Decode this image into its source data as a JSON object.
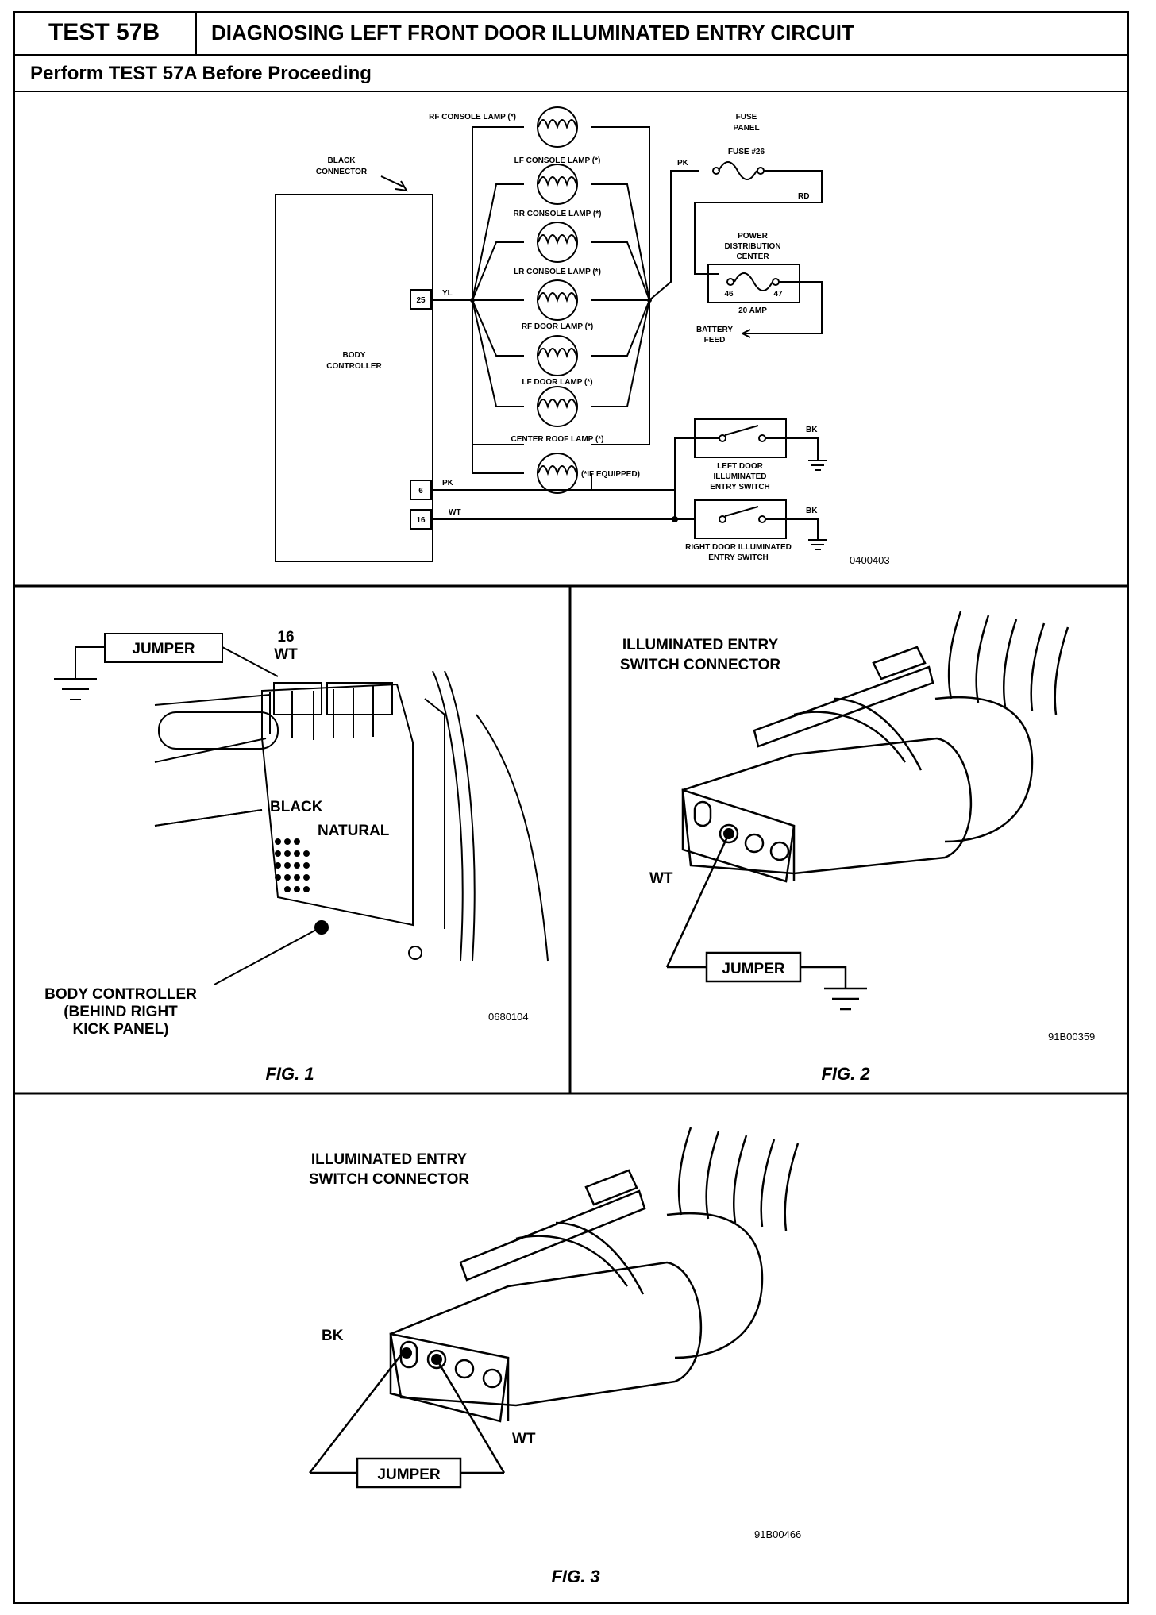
{
  "header": {
    "test_id": "TEST 57B",
    "title": "DIAGNOSING LEFT FRONT DOOR ILLUMINATED ENTRY CIRCUIT",
    "prerequisite": "Perform TEST 57A Before Proceeding"
  },
  "schematic": {
    "black_connector_label": [
      "BLACK",
      "CONNECTOR"
    ],
    "body_controller_label": [
      "BODY",
      "CONTROLLER"
    ],
    "pins": [
      "25",
      "6",
      "16"
    ],
    "wires": {
      "yl": "YL",
      "pk_top": "PK",
      "pk_bottom": "PK",
      "wt": "WT",
      "rd": "RD",
      "bk1": "BK",
      "bk2": "BK"
    },
    "lamps": [
      "RF CONSOLE LAMP (*)",
      "LF CONSOLE LAMP (*)",
      "RR CONSOLE LAMP (*)",
      "LR CONSOLE LAMP (*)",
      "RF DOOR LAMP (*)",
      "LF DOOR LAMP (*)",
      "CENTER ROOF LAMP (*)",
      "(*IF EQUIPPED)"
    ],
    "fuse_panel_label": [
      "FUSE",
      "PANEL"
    ],
    "fuse_label": "FUSE #26",
    "pdc_label": [
      "POWER",
      "DISTRIBUTION",
      "CENTER"
    ],
    "pdc_pins": [
      "46",
      "47"
    ],
    "amp_label": "20 AMP",
    "battery_feed_label": [
      "BATTERY",
      "FEED"
    ],
    "left_switch_label": [
      "LEFT DOOR",
      "ILLUMINATED",
      "ENTRY SWITCH"
    ],
    "right_switch_label": [
      "RIGHT DOOR ILLUMINATED",
      "ENTRY SWITCH"
    ],
    "code": "0400403"
  },
  "fig1": {
    "caption": "FIG. 1",
    "jumper": "JUMPER",
    "pin_label": [
      "16",
      "WT"
    ],
    "black": "BLACK",
    "natural": "NATURAL",
    "body_controller_note": [
      "BODY CONTROLLER",
      "(BEHIND RIGHT",
      "KICK PANEL)"
    ],
    "code": "0680104"
  },
  "fig2": {
    "caption": "FIG. 2",
    "title": [
      "ILLUMINATED ENTRY",
      "SWITCH CONNECTOR"
    ],
    "wt": "WT",
    "jumper": "JUMPER",
    "code": "91B00359"
  },
  "fig3": {
    "caption": "FIG. 3",
    "title": [
      "ILLUMINATED ENTRY",
      "SWITCH CONNECTOR"
    ],
    "bk": "BK",
    "wt": "WT",
    "jumper": "JUMPER",
    "code": "91B00466"
  }
}
